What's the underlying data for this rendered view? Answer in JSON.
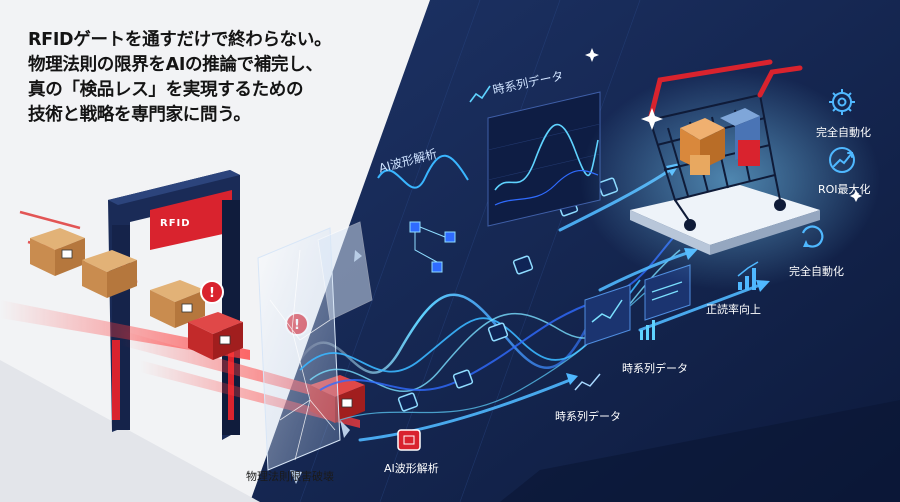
{
  "headline": {
    "line1": "RFIDゲートを通すだけで終わらない。",
    "line2": "物理法則の限界をAIの推論で補完し、",
    "line3": "真の「検品レス」を実現するための",
    "line4": "技術と戦略を専門家に問う。"
  },
  "gate": {
    "label": "RFID"
  },
  "labels": {
    "ai_waveform_top": "AI波形解析",
    "timeseries_top": "時系列データ",
    "full_automation_1": "完全自動化",
    "roi_max": "ROI最大化",
    "full_automation_2": "完全自動化",
    "read_rate_up": "正読率向上",
    "timeseries_mid": "時系列データ",
    "timeseries_bottom": "時系列データ",
    "ai_waveform_bottom": "AI波形解析",
    "physics_break": "物理法則限害破壊"
  },
  "colors": {
    "navy": "#14234a",
    "accent_red": "#d9232e",
    "glow_cyan": "#39c8ff",
    "glow_blue": "#2f6bff"
  },
  "icons": [
    "gear-icon",
    "growth-arrow-icon",
    "cycle-icon",
    "bar-chart-icon",
    "alert-icon",
    "shopping-cart-icon",
    "wifi-signal-icon",
    "sparkle-icon"
  ]
}
